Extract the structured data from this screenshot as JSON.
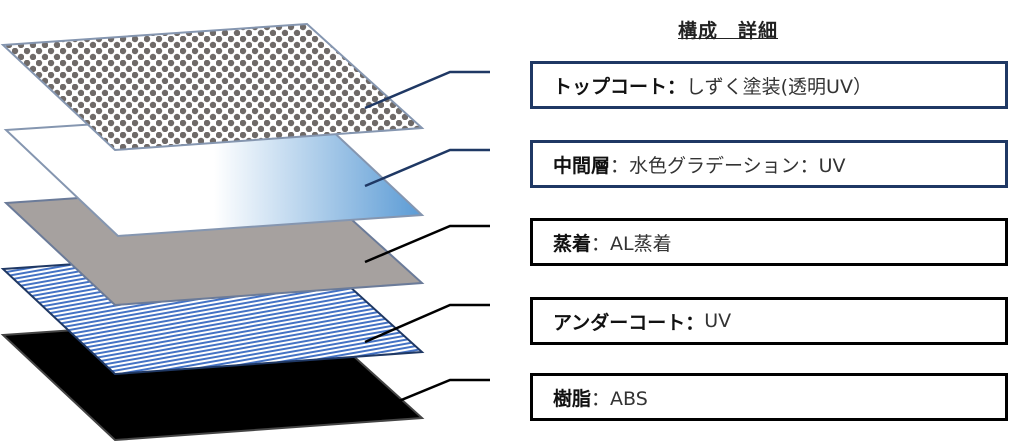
{
  "title": "構成　詳細",
  "layers": [
    {
      "label": "トップコート：",
      "value": "しずく塗装(透明UV）",
      "border_color": "#1f3864"
    },
    {
      "label": "中間層",
      "value": "：水色グラデーション：UV",
      "border_color": "#1f3864"
    },
    {
      "label": "蒸着",
      "value": "：AL蒸着",
      "border_color": "#000000"
    },
    {
      "label": "アンダーコート：",
      "value": "UV",
      "border_color": "#000000"
    },
    {
      "label": "樹脂",
      "value": "：ABS",
      "border_color": "#000000"
    }
  ],
  "colors": {
    "gradient_blue": "#5b9bd5",
    "aluminum_gray": "#a6a19f",
    "resin_black": "#000000",
    "stripe_blue": "#4472c4",
    "dot_gray": "#6f6a68"
  }
}
